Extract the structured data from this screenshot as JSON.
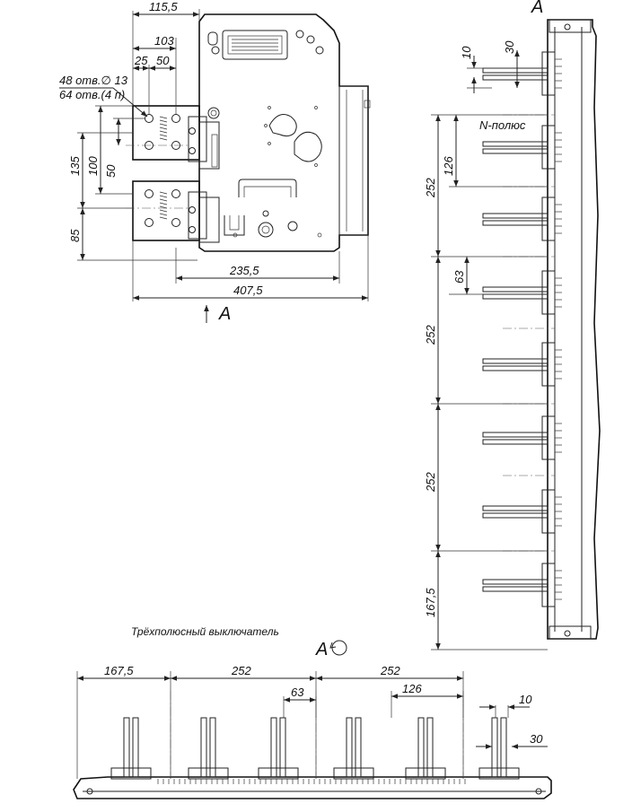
{
  "front_view": {
    "dims": {
      "w115": "115,5",
      "w103": "103",
      "w25": "25",
      "w50": "50",
      "holes_1": "48 отв.∅ 13",
      "holes_2": "64 отв.(4 п)",
      "h135": "135",
      "h100": "100",
      "h50": "50",
      "h85": "85",
      "w235": "235,5",
      "w407": "407,5"
    },
    "view_label": "A"
  },
  "side_view": {
    "view_label": "A",
    "dims": {
      "d10": "10",
      "d30": "30",
      "d126": "126",
      "d252a": "252",
      "d63": "63",
      "d252b": "252",
      "d252c": "252",
      "d167": "167,5"
    },
    "n_pole_label": "N-полюс"
  },
  "bottom_view": {
    "caption": "Трёхполюсный выключатель",
    "view_label": "A",
    "dims": {
      "d167": "167,5",
      "d252a": "252",
      "d252b": "252",
      "d63": "63",
      "d126": "126",
      "d10": "10",
      "d30": "30"
    }
  }
}
